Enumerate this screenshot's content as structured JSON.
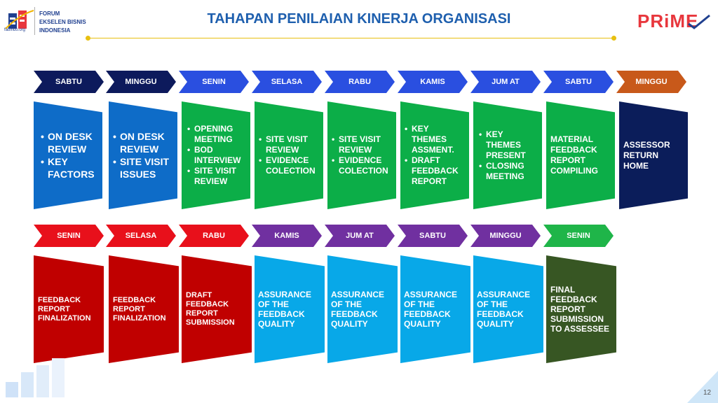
{
  "header": {
    "logo_site": "fabindo.org",
    "org_lines": [
      "FORUM",
      "EKSELEN BISNIS",
      "INDONESIA"
    ],
    "title": "TAHAPAN PENILAIAN KINERJA ORGANISASI",
    "brand": "PRiME"
  },
  "colors": {
    "navy": "#0d1a5c",
    "blue": "#2a4fe0",
    "orange": "#c8591a",
    "red": "#e8101b",
    "purple": "#7030a0",
    "green": "#1fb549",
    "card_blue": "#0e6cc8",
    "card_green": "#0cae48",
    "card_navy": "#0b1d5a",
    "card_red": "#c00000",
    "card_cyan": "#08a8e8",
    "card_olive": "#375623"
  },
  "row1": {
    "days": [
      "SABTU",
      "MINGGU",
      "SENIN",
      "SELASA",
      "RABU",
      "KAMIS",
      "JUM AT",
      "SABTU",
      "MINGGU"
    ],
    "cards": [
      {
        "items": [
          "ON DESK REVIEW",
          "KEY FACTORS"
        ]
      },
      {
        "items": [
          "ON DESK REVIEW",
          "SITE VISIT ISSUES"
        ]
      },
      {
        "items": [
          "OPENING MEETING",
          "BOD INTERVIEW",
          "SITE VISIT REVIEW"
        ]
      },
      {
        "items": [
          "SITE VISIT REVIEW",
          "EVIDENCE COLECTION"
        ]
      },
      {
        "items": [
          "SITE VISIT REVIEW",
          "EVIDENCE COLECTION"
        ]
      },
      {
        "items": [
          "KEY THEMES ASSMENT.",
          "DRAFT FEEDBACK REPORT"
        ]
      },
      {
        "items": [
          "KEY THEMES PRESENT",
          "CLOSING MEETING"
        ]
      },
      {
        "text": "MATERIAL FEEDBACK REPORT COMPILING"
      },
      {
        "text": "ASSESSOR RETURN HOME"
      }
    ]
  },
  "row2": {
    "days": [
      "SENIN",
      "SELASA",
      "RABU",
      "KAMIS",
      "JUM AT",
      "SABTU",
      "MINGGU",
      "SENIN"
    ],
    "cards": [
      {
        "text": "FEEDBACK REPORT FINALIZATION"
      },
      {
        "text": "FEEDBACK REPORT FINALIZATION"
      },
      {
        "text": "DRAFT FEEDBACK REPORT SUBMISSION"
      },
      {
        "text": "ASSURANCE OF THE FEEDBACK QUALITY"
      },
      {
        "text": "ASSURANCE OF THE FEEDBACK QUALITY"
      },
      {
        "text": "ASSURANCE OF THE FEEDBACK QUALITY"
      },
      {
        "text": "ASSURANCE OF THE FEEDBACK QUALITY"
      },
      {
        "text": "FINAL FEEDBACK REPORT SUBMISSION TO ASSESSEE"
      }
    ]
  },
  "page_number": "12"
}
